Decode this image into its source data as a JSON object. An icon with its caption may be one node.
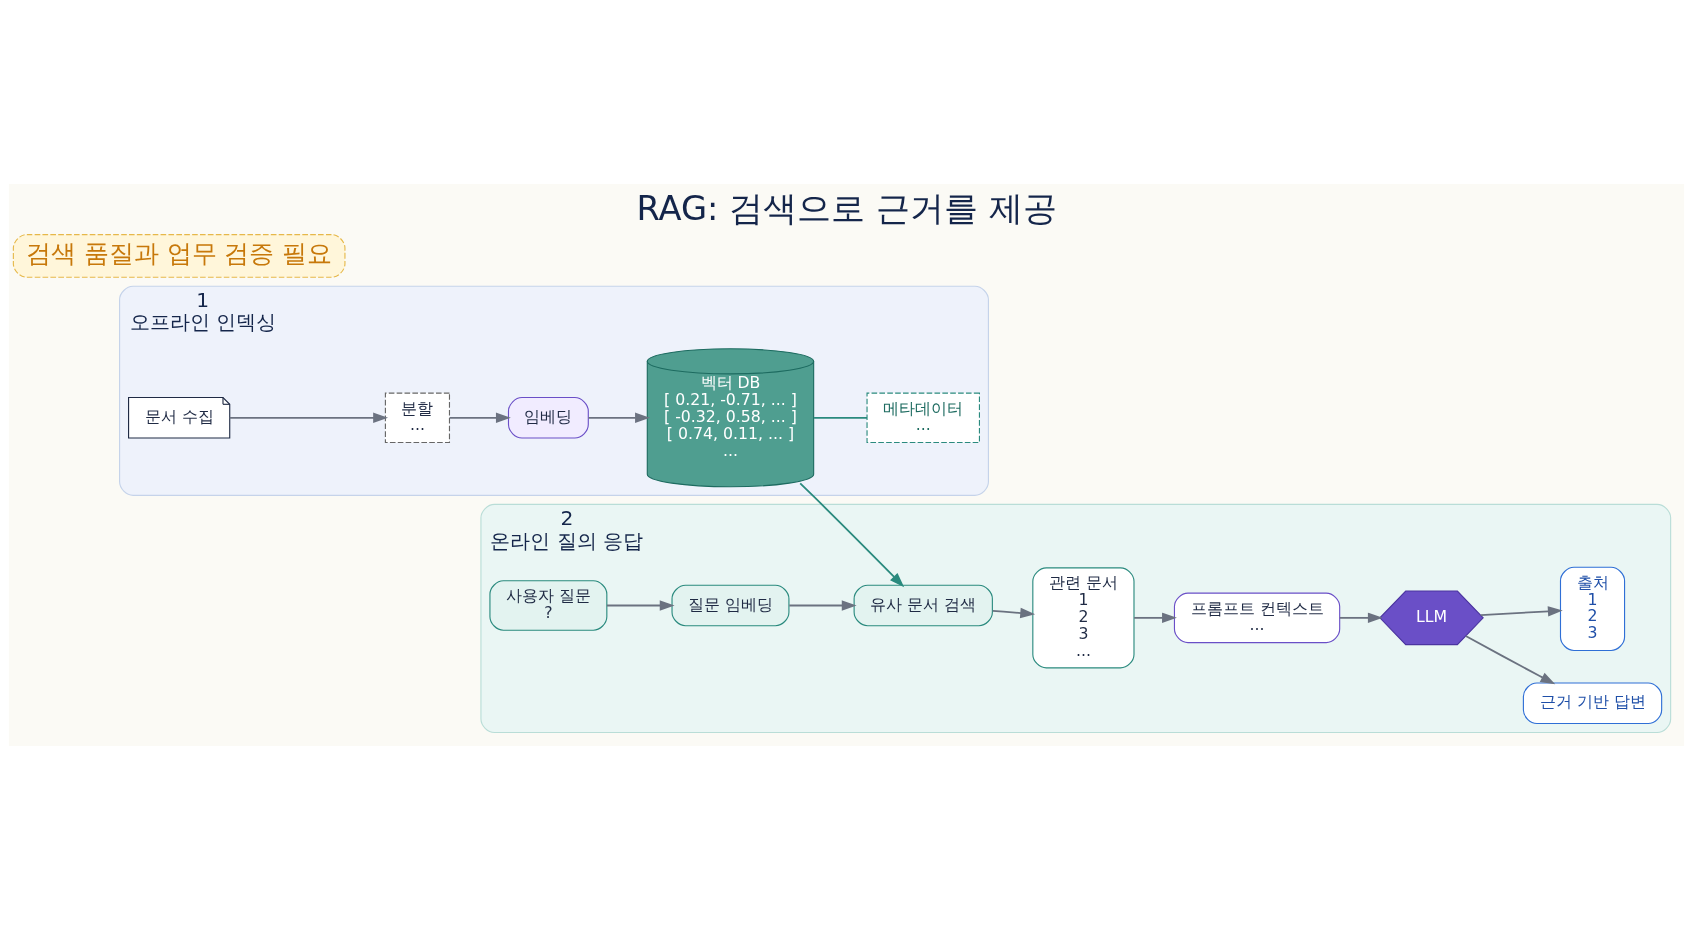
{
  "diagram": {
    "title": "RAG: 검색으로 근거를 제공",
    "nodes": [
      {
        "text": [
          "1",
          "오프라인 인덱싱"
        ]
      },
      {
        "text": [
          "문서 수집"
        ],
        "in": 0
      },
      {
        "text": [
          "분할",
          "..."
        ],
        "in": 0
      },
      {
        "text": [
          "임베딩"
        ],
        "in": 0
      },
      {
        "text": [
          "벡터 DB",
          "[ 0.21, -0.71, ... ]",
          "[ -0.32, 0.58, ... ]",
          "[ 0.74, 0.11, ... ]",
          "..."
        ],
        "in": 0
      },
      {
        "text": [
          "메타데이터",
          "..."
        ],
        "in": 0
      },
      {
        "text": [
          "2",
          "온라인 질의 응답"
        ]
      },
      {
        "text": [
          "사용자 질문",
          "?"
        ],
        "in": 6
      },
      {
        "text": [
          "질문 임베딩"
        ],
        "in": 6
      },
      {
        "text": [
          "유사 문서 검색"
        ],
        "in": 6
      },
      {
        "text": [
          "관련 문서",
          "1",
          "2",
          "3",
          "..."
        ],
        "in": 6
      },
      {
        "text": [
          "프롬프트 컨텍스트",
          "..."
        ],
        "in": 6
      },
      {
        "text": [
          "LLM"
        ],
        "in": 6
      },
      {
        "text": [
          "근거 기반 답변"
        ],
        "in": 6
      },
      {
        "text": [
          "출처",
          "1",
          "2",
          "3"
        ],
        "in": 6
      },
      {
        "text": [
          "검색 품질과 업무 검증 필요"
        ]
      }
    ],
    "edges": [
      {
        "from": 1,
        "to": 2,
        "arrow": "to"
      },
      {
        "from": 2,
        "to": 3,
        "arrow": "to"
      },
      {
        "from": 3,
        "to": 4,
        "arrow": "to"
      },
      {
        "from": 4,
        "to": 5,
        "arrow": "none",
        "color": "#2a8a7e"
      },
      {
        "from": 4,
        "to": 9,
        "arrow": "to",
        "color": "#2a8a7e"
      },
      {
        "from": 7,
        "to": 8,
        "arrow": "to"
      },
      {
        "from": 8,
        "to": 9,
        "arrow": "to"
      },
      {
        "from": 9,
        "to": 10,
        "arrow": "to"
      },
      {
        "from": 10,
        "to": 11,
        "arrow": "to"
      },
      {
        "from": 11,
        "to": 12,
        "arrow": "to"
      },
      {
        "from": 12,
        "to": 13,
        "arrow": "to"
      },
      {
        "from": 12,
        "to": 14,
        "arrow": "to"
      }
    ]
  }
}
